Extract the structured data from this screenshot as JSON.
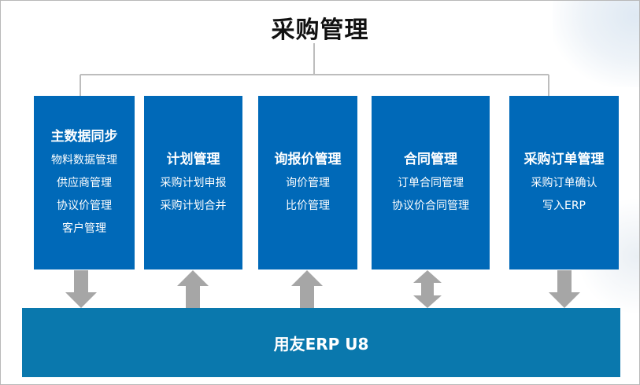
{
  "title": "采购管理",
  "modules": [
    {
      "title": "主数据同步",
      "items": [
        "物料数据管理",
        "供应商管理",
        "协议价管理",
        "客户管理"
      ],
      "arrow": "down"
    },
    {
      "title": "计划管理",
      "items": [
        "采购计划申报",
        "采购计划合并"
      ],
      "arrow": "up"
    },
    {
      "title": "询报价管理",
      "items": [
        "询价管理",
        "比价管理"
      ],
      "arrow": "up"
    },
    {
      "title": "合同管理",
      "items": [
        "订单合同管理",
        "协议价合同管理"
      ],
      "arrow": "both"
    },
    {
      "title": "采购订单管理",
      "items": [
        "采购订单确认",
        "写入ERP"
      ],
      "arrow": "down"
    }
  ],
  "base": {
    "label": "用友ERP U8"
  },
  "colors": {
    "module": "#0069b8",
    "base": "#0a78ad",
    "arrow": "#a6a6a6",
    "connector": "#bdbdbd"
  }
}
